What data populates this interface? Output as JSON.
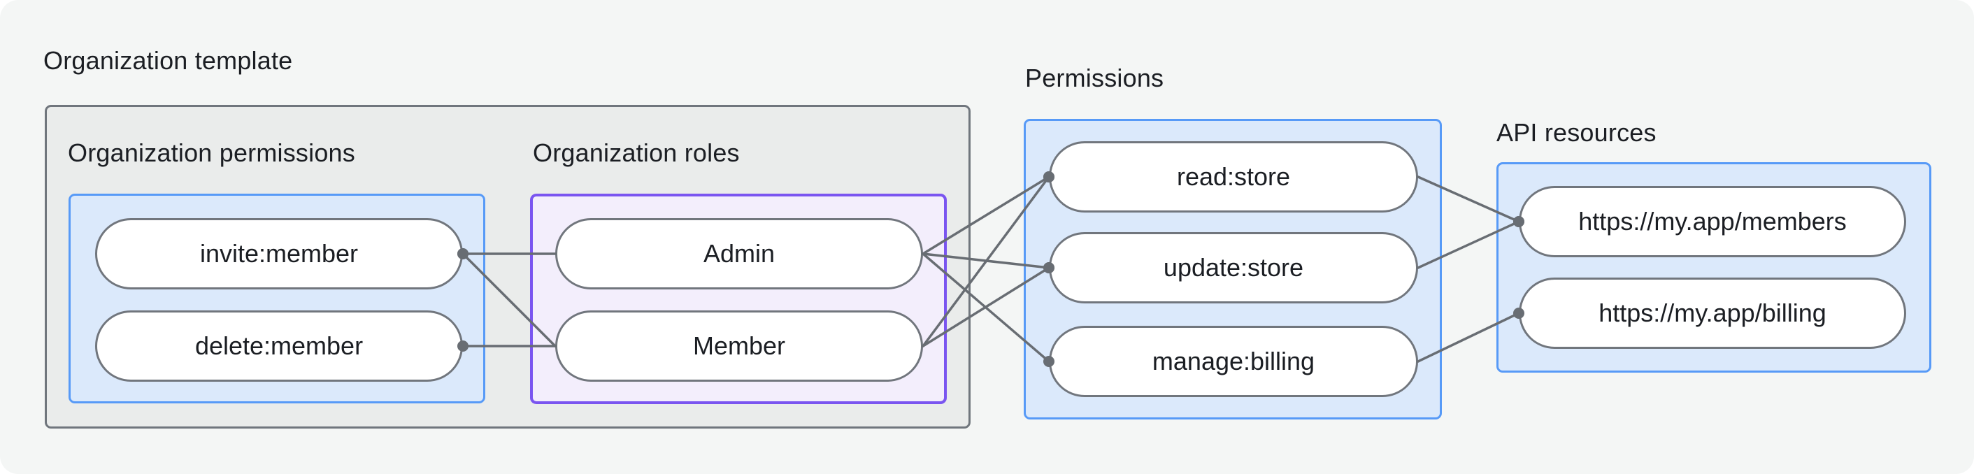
{
  "diagram": {
    "title": "Organization template",
    "sections": {
      "org_permissions": {
        "label": "Organization permissions"
      },
      "org_roles": {
        "label": "Organization roles"
      },
      "permissions": {
        "label": "Permissions"
      },
      "api_resources": {
        "label": "API resources"
      }
    },
    "nodes": {
      "invite_member": {
        "label": "invite:member",
        "group": "org_permissions"
      },
      "delete_member": {
        "label": "delete:member",
        "group": "org_permissions"
      },
      "admin": {
        "label": "Admin",
        "group": "org_roles"
      },
      "member": {
        "label": "Member",
        "group": "org_roles"
      },
      "read_store": {
        "label": "read:store",
        "group": "permissions"
      },
      "update_store": {
        "label": "update:store",
        "group": "permissions"
      },
      "manage_billing": {
        "label": "manage:billing",
        "group": "permissions"
      },
      "members_api": {
        "label": "https://my.app/members",
        "group": "api_resources"
      },
      "billing_api": {
        "label": "https://my.app/billing",
        "group": "api_resources"
      }
    },
    "connections": [
      {
        "from": "invite_member",
        "to": "admin",
        "dot": "from"
      },
      {
        "from": "invite_member",
        "to": "member",
        "dot": "from"
      },
      {
        "from": "delete_member",
        "to": "member",
        "dot": "from"
      },
      {
        "from": "admin",
        "to": "read_store",
        "dot": "to"
      },
      {
        "from": "admin",
        "to": "update_store",
        "dot": "to"
      },
      {
        "from": "admin",
        "to": "manage_billing",
        "dot": "to"
      },
      {
        "from": "member",
        "to": "read_store",
        "dot": "to"
      },
      {
        "from": "member",
        "to": "update_store",
        "dot": "to"
      },
      {
        "from": "read_store",
        "to": "members_api",
        "dot": "to"
      },
      {
        "from": "update_store",
        "to": "members_api",
        "dot": "to"
      },
      {
        "from": "manage_billing",
        "to": "billing_api",
        "dot": "to"
      }
    ],
    "colors": {
      "background": "#f4f6f5",
      "container_fill": "#eaeceb",
      "container_border": "#70767d",
      "blue_fill": "#dbe9fb",
      "blue_border": "#579af7",
      "purple_fill": "#f3eefc",
      "purple_border": "#7a55f0",
      "pill_fill": "#ffffff",
      "pill_border": "#71767d",
      "line": "#686d73",
      "text": "#1b1e23"
    }
  }
}
